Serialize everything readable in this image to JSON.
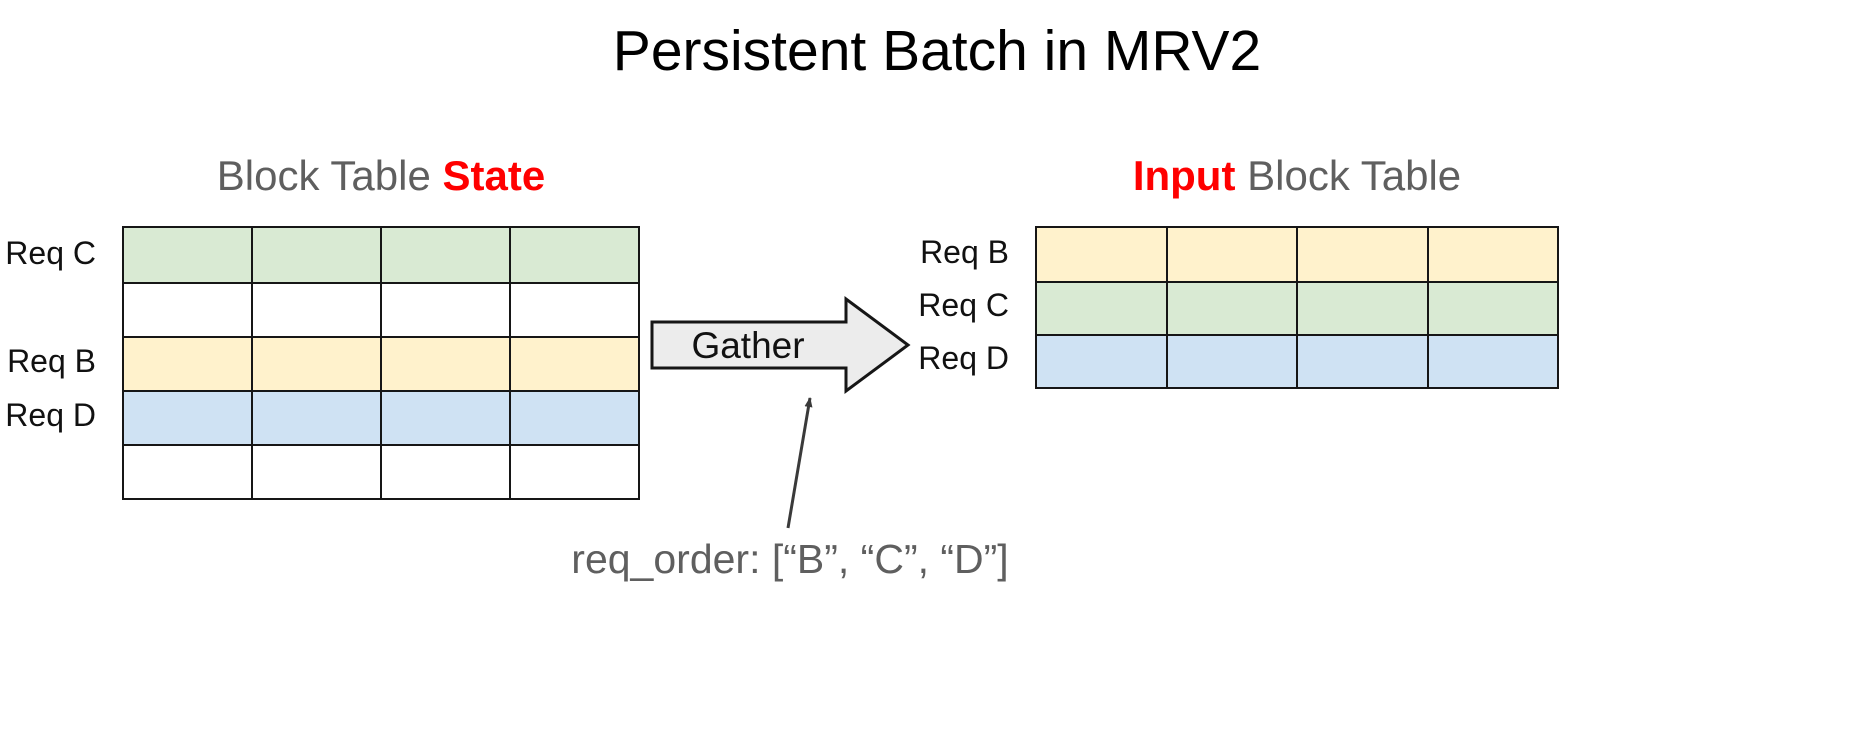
{
  "title": "Persistent Batch in MRV2",
  "left_table": {
    "heading": {
      "prefix": "Block Table ",
      "highlight": "State"
    },
    "columns": 4,
    "rows": [
      {
        "label": "Req C",
        "color": "#d9ead3"
      },
      {
        "label": "",
        "color": "#ffffff"
      },
      {
        "label": "Req B",
        "color": "#fff2cc"
      },
      {
        "label": "Req D",
        "color": "#cfe2f3"
      },
      {
        "label": "",
        "color": "#ffffff"
      }
    ]
  },
  "right_table": {
    "heading": {
      "highlight": "Input",
      "suffix": " Block Table"
    },
    "columns": 4,
    "rows": [
      {
        "label": "Req B",
        "color": "#fff2cc"
      },
      {
        "label": "Req C",
        "color": "#d9ead3"
      },
      {
        "label": "Req D",
        "color": "#cfe2f3"
      }
    ]
  },
  "gather": {
    "label": "Gather"
  },
  "annotation": {
    "text": "req_order: [“B”, “C”, “D”]"
  },
  "colors": {
    "green": "#d9ead3",
    "yellow": "#fff2cc",
    "blue": "#cfe2f3",
    "heading_gray": "#5f5f5f",
    "highlight_red": "#ff0000",
    "arrow_fill": "#ececec",
    "border_black": "#161616"
  }
}
